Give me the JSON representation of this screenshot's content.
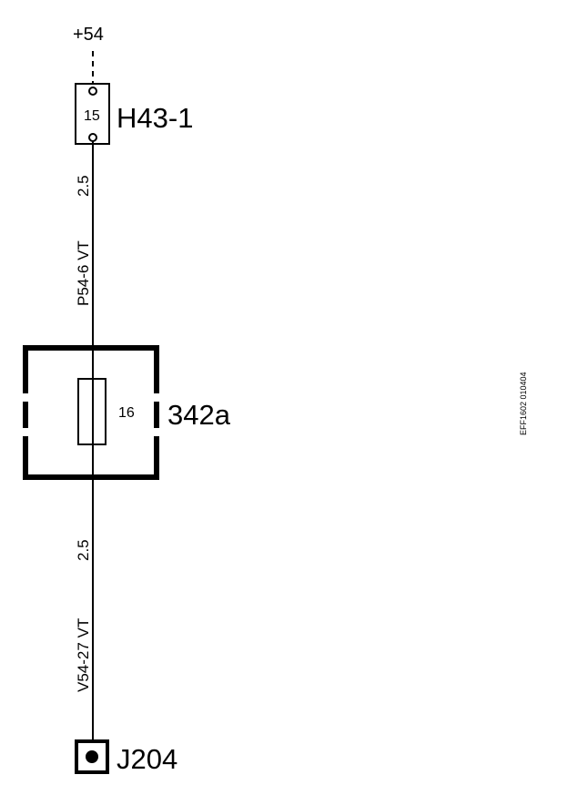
{
  "supply": {
    "label": "+54"
  },
  "fuse_holder": {
    "id": "H43-1",
    "terminal": "15"
  },
  "wire_upper": {
    "gauge": "2.5",
    "code": "P54-6  VT"
  },
  "relay_box": {
    "id": "342a",
    "terminal": "16"
  },
  "wire_lower": {
    "gauge": "2.5",
    "code": "V54-27  VT"
  },
  "connector": {
    "id": "J204"
  },
  "drawing_ref": "EFF1602 010404",
  "colors": {
    "ink": "#000000",
    "background": "#ffffff"
  }
}
